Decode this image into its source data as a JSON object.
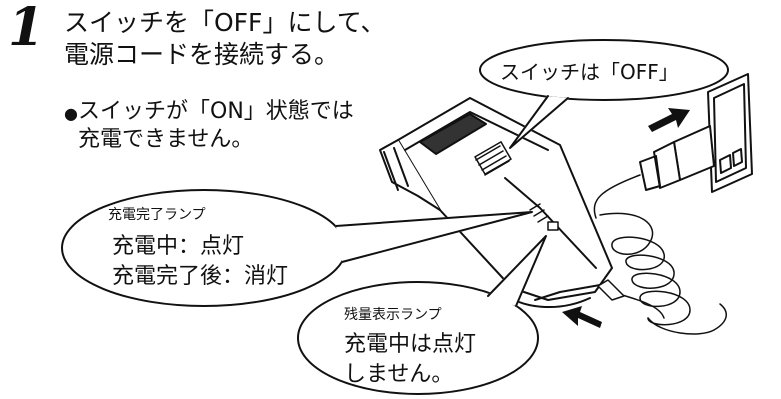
{
  "step": {
    "number": "1",
    "lines": [
      "スイッチを「OFF」にして、",
      "電源コードを接続する。"
    ]
  },
  "note": {
    "bullet": "●",
    "lines": [
      "スイッチが「ON」状態では",
      "充電できません。"
    ]
  },
  "callouts": {
    "switch": {
      "label": "スイッチは「OFF」"
    },
    "charge_lamp": {
      "title": "充電完了ランプ",
      "lines": [
        "充電中：点灯",
        "充電完了後：消灯"
      ]
    },
    "remaining_lamp": {
      "title": "残量表示ランプ",
      "lines": [
        "充電中は点灯",
        "しません。"
      ]
    }
  }
}
